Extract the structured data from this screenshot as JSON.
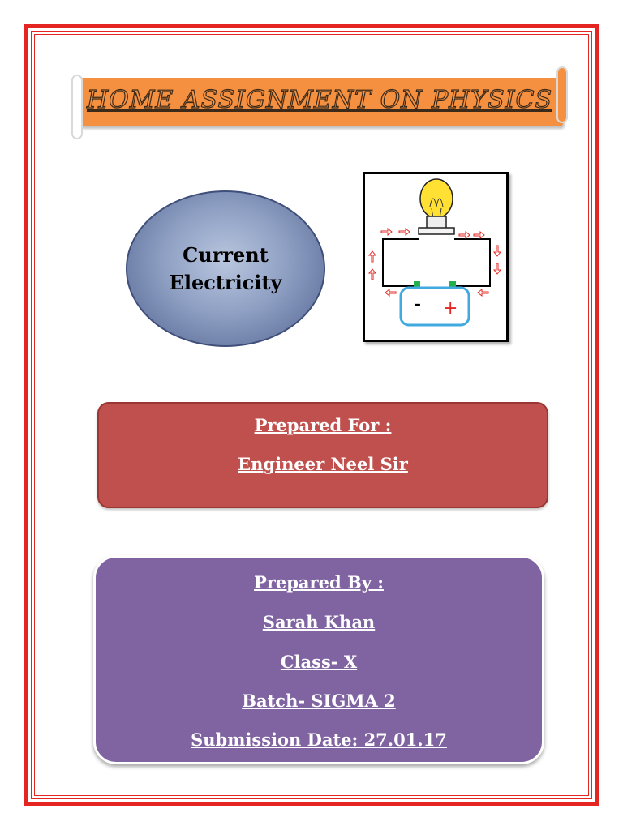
{
  "title": "HOME ASSIGNMENT ON PHYSICS",
  "topic": {
    "line1": "Current",
    "line2": "Electricity"
  },
  "circuit": {
    "minus": "-",
    "plus": "+"
  },
  "prepared_for": {
    "heading": "Prepared For :",
    "name": "Engineer Neel Sir"
  },
  "prepared_by": {
    "heading": "Prepared By :",
    "name": "Sarah Khan",
    "class": "Class- X",
    "batch": "Batch- SIGMA 2",
    "date": "Submission Date: 27.01.17"
  },
  "colors": {
    "border": "#e52521",
    "banner": "#f4903f",
    "for_box": "#c0504d",
    "by_box": "#8064a2",
    "ellipse": "#8e9fc3"
  }
}
